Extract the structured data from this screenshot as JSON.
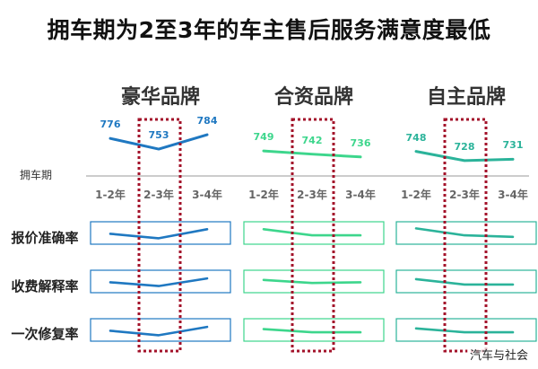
{
  "title": "拥车期为2至3年的车主售后服务满意度最低",
  "axis_label": "拥车期",
  "row_labels": [
    "报价准确率",
    "收费解释率",
    "一次修复率"
  ],
  "watermark": "汽车与社会",
  "colors": {
    "domestic_line": "#1f78c1",
    "joint_line": "#3dd68c",
    "independent_line": "#2bb39a",
    "highlight": "#a3122a"
  },
  "chart_data": {
    "type": "line",
    "categories": [
      "1-2年",
      "2-3年",
      "3-4年"
    ],
    "panels": [
      {
        "title": "豪华品牌",
        "color": "#1f78c1",
        "values": [
          776,
          753,
          784
        ],
        "rows": [
          [
            0.45,
            0.15,
            0.75
          ],
          [
            0.45,
            0.2,
            0.7
          ],
          [
            0.45,
            0.15,
            0.7
          ]
        ]
      },
      {
        "title": "合资品牌",
        "color": "#3dd68c",
        "values": [
          749,
          742,
          736
        ],
        "rows": [
          [
            0.75,
            0.35,
            0.35
          ],
          [
            0.6,
            0.4,
            0.45
          ],
          [
            0.55,
            0.35,
            0.35
          ]
        ]
      },
      {
        "title": "自主品牌",
        "color": "#2bb39a",
        "values": [
          748,
          728,
          731
        ],
        "rows": [
          [
            0.8,
            0.35,
            0.25
          ],
          [
            0.65,
            0.3,
            0.3
          ],
          [
            0.6,
            0.35,
            0.35
          ]
        ]
      }
    ],
    "highlight_category": "2-3年",
    "ylim": [
      720,
      790
    ]
  }
}
